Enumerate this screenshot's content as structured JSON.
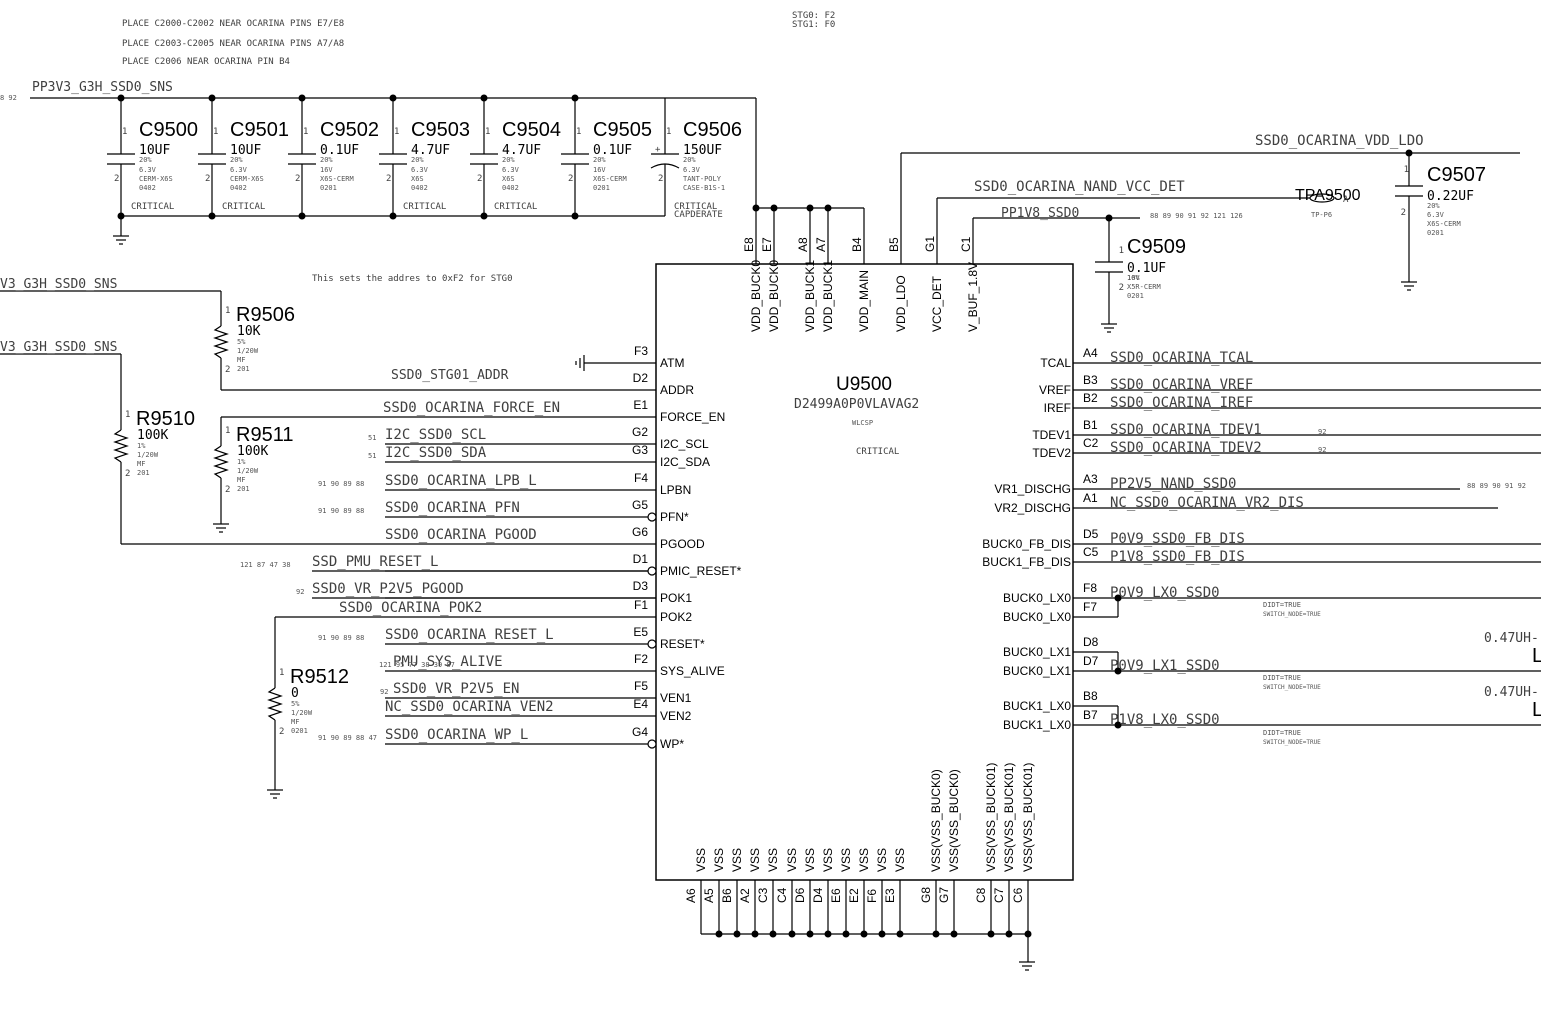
{
  "notes": [
    "PLACE C2000-C2002 NEAR OCARINA PINS E7/E8",
    "PLACE C2003-C2005 NEAR OCARINA PINS A7/A8",
    "PLACE C2006 NEAR OCARINA PIN B4"
  ],
  "stg_notes": [
    "STG0: F2",
    "STG1: F0"
  ],
  "addr_note": "This sets the addres to 0xF2 for STG0",
  "nets": {
    "rail_top": "PP3V3_G3H_SSD0_SNS",
    "rail_top_refs": "8 92",
    "rail_left_1": "V3_G3H_SSD0_SNS",
    "rail_left_2": "V3_G3H_SSD0_SNS",
    "vdd_ldo": "SSD0_OCARINA_VDD_LDO",
    "nand_vcc_det": "SSD0_OCARINA_NAND_VCC_DET",
    "pp1v8": "PP1V8_SSD0",
    "pp1v8_refs": "88 89 90 91 92 121 126",
    "stg01_addr": "SSD0_STG01_ADDR"
  },
  "tp": {
    "ref": "TPA9500",
    "pin": "A",
    "type": "TP-P6"
  },
  "caps": [
    {
      "ref": "C9500",
      "value": "10UF",
      "tol": "20%",
      "volt": "6.3V",
      "diel": "CERM-X6S",
      "pkg": "0402",
      "note": "CRITICAL"
    },
    {
      "ref": "C9501",
      "value": "10UF",
      "tol": "20%",
      "volt": "6.3V",
      "diel": "CERM-X6S",
      "pkg": "0402",
      "note": "CRITICAL"
    },
    {
      "ref": "C9502",
      "value": "0.1UF",
      "tol": "20%",
      "volt": "16V",
      "diel": "X6S-CERM",
      "pkg": "0201",
      "note": ""
    },
    {
      "ref": "C9503",
      "value": "4.7UF",
      "tol": "20%",
      "volt": "6.3V",
      "diel": "X6S",
      "pkg": "0402",
      "note": "CRITICAL"
    },
    {
      "ref": "C9504",
      "value": "4.7UF",
      "tol": "20%",
      "volt": "6.3V",
      "diel": "X6S",
      "pkg": "0402",
      "note": "CRITICAL"
    },
    {
      "ref": "C9505",
      "value": "0.1UF",
      "tol": "20%",
      "volt": "16V",
      "diel": "X6S-CERM",
      "pkg": "0201",
      "note": ""
    },
    {
      "ref": "C9506",
      "value": "150UF",
      "tol": "20%",
      "volt": "6.3V",
      "diel": "TANT-POLY",
      "pkg": "CASE-B1S-1",
      "note": "CRITICAL",
      "note2": "CAPDERATE"
    }
  ],
  "c9507": {
    "ref": "C9507",
    "value": "0.22UF",
    "tol": "20%",
    "volt": "6.3V",
    "diel": "X6S-CERM",
    "pkg": "0201"
  },
  "c9509": {
    "ref": "C9509",
    "value": "0.1UF",
    "tol": "10%",
    "volt": "16V",
    "diel": "X5R-CERM",
    "pkg": "0201"
  },
  "resistors": [
    {
      "ref": "R9506",
      "value": "10K",
      "tol": "5%",
      "power": "1/20W",
      "type": "MF",
      "pkg": "201"
    },
    {
      "ref": "R9510",
      "value": "100K",
      "tol": "1%",
      "power": "1/20W",
      "type": "MF",
      "pkg": "201"
    },
    {
      "ref": "R9511",
      "value": "100K",
      "tol": "1%",
      "power": "1/20W",
      "type": "MF",
      "pkg": "201"
    },
    {
      "ref": "R9512",
      "value": "0",
      "tol": "5%",
      "power": "1/20W",
      "type": "MF",
      "pkg": "0201"
    }
  ],
  "ic": {
    "ref": "U9500",
    "part": "D2499A0P0VLAVAG2",
    "pkg": "WLCSP",
    "note": "CRITICAL"
  },
  "top_pins": [
    {
      "num": "E8",
      "name": "VDD_BUCK0"
    },
    {
      "num": "E7",
      "name": "VDD_BUCK0"
    },
    {
      "num": "A8",
      "name": "VDD_BUCK1"
    },
    {
      "num": "A7",
      "name": "VDD_BUCK1"
    },
    {
      "num": "B4",
      "name": "VDD_MAIN"
    },
    {
      "num": "B5",
      "name": "VDD_LDO"
    },
    {
      "num": "G1",
      "name": "VCC_DET"
    },
    {
      "num": "C1",
      "name": "V_BUF_1.8V"
    }
  ],
  "left_pins": [
    {
      "num": "F3",
      "name": "ATM",
      "net": "",
      "refs": ""
    },
    {
      "num": "D2",
      "name": "ADDR",
      "net": "SSD0_STG01_ADDR",
      "refs": ""
    },
    {
      "num": "E1",
      "name": "FORCE_EN",
      "net": "SSD0_OCARINA_FORCE_EN",
      "refs": ""
    },
    {
      "num": "G2",
      "name": "I2C_SCL",
      "net": "I2C_SSD0_SCL",
      "refs": "51"
    },
    {
      "num": "G3",
      "name": "I2C_SDA",
      "net": "I2C_SSD0_SDA",
      "refs": "51"
    },
    {
      "num": "F4",
      "name": "LPBN",
      "net": "SSD0_OCARINA_LPB_L",
      "refs": "91 90 89 88"
    },
    {
      "num": "G5",
      "name": "PFN*",
      "net": "SSD0_OCARINA_PFN",
      "refs": "91 90 89 88"
    },
    {
      "num": "G6",
      "name": "PGOOD",
      "net": "SSD0_OCARINA_PGOOD",
      "refs": ""
    },
    {
      "num": "D1",
      "name": "PMIC_RESET*",
      "net": "SSD_PMU_RESET_L",
      "refs": "121 87 47 38"
    },
    {
      "num": "D3",
      "name": "POK1",
      "net": "SSD0_VR_P2V5_PGOOD",
      "refs": "92"
    },
    {
      "num": "F1",
      "name": "POK2",
      "net": "SSD0_OCARINA_POK2",
      "refs": ""
    },
    {
      "num": "E5",
      "name": "RESET*",
      "net": "SSD0_OCARINA_RESET_L",
      "refs": "91 90 89 88"
    },
    {
      "num": "F2",
      "name": "SYS_ALIVE",
      "net": "PMU_SYS_ALIVE",
      "refs": "121 95 77 38 39 87"
    },
    {
      "num": "F5",
      "name": "VEN1",
      "net": "SSD0_VR_P2V5_EN",
      "refs": "92"
    },
    {
      "num": "E4",
      "name": "VEN2",
      "net": "NC_SSD0_OCARINA_VEN2",
      "refs": ""
    },
    {
      "num": "G4",
      "name": "WP*",
      "net": "SSD0_OCARINA_WP_L",
      "refs": "91 90 89 88 47"
    }
  ],
  "right_pins": [
    {
      "num": "A4",
      "name": "TCAL",
      "net": "SSD0_OCARINA_TCAL",
      "refs": ""
    },
    {
      "num": "B3",
      "name": "VREF",
      "net": "SSD0_OCARINA_VREF",
      "refs": ""
    },
    {
      "num": "B2",
      "name": "IREF",
      "net": "SSD0_OCARINA_IREF",
      "refs": ""
    },
    {
      "num": "B1",
      "name": "TDEV1",
      "net": "SSD0_OCARINA_TDEV1",
      "refs": "92"
    },
    {
      "num": "C2",
      "name": "TDEV2",
      "net": "SSD0_OCARINA_TDEV2",
      "refs": "92"
    },
    {
      "num": "A3",
      "name": "VR1_DISCHG",
      "net": "PP2V5_NAND_SSD0",
      "refs": "88 89 90 91 92"
    },
    {
      "num": "A1",
      "name": "VR2_DISCHG",
      "net": "NC_SSD0_OCARINA_VR2_DIS",
      "refs": ""
    },
    {
      "num": "D5",
      "name": "BUCK0_FB_DIS",
      "net": "P0V9_SSD0_FB_DIS",
      "refs": ""
    },
    {
      "num": "C5",
      "name": "BUCK1_FB_DIS",
      "net": "P1V8_SSD0_FB_DIS",
      "refs": ""
    },
    {
      "num": "F8",
      "name": "BUCK0_LX0",
      "net": "P0V9_LX0_SSD0",
      "refs": ""
    },
    {
      "num": "F7",
      "name": "BUCK0_LX0",
      "net": "",
      "refs": ""
    },
    {
      "num": "D8",
      "name": "BUCK0_LX1",
      "net": "",
      "refs": ""
    },
    {
      "num": "D7",
      "name": "BUCK0_LX1",
      "net": "P0V9_LX1_SSD0",
      "refs": ""
    },
    {
      "num": "B8",
      "name": "BUCK1_LX0",
      "net": "",
      "refs": ""
    },
    {
      "num": "B7",
      "name": "BUCK1_LX0",
      "net": "P1V8_LX0_SSD0",
      "refs": ""
    }
  ],
  "didt": {
    "a": "DIDT=TRUE",
    "b": "SWITCH_NODE=TRUE"
  },
  "inductor_value": "0.47UH-",
  "inductor_ref_glyph": "L",
  "bottom_pins": [
    {
      "num": "A6",
      "name": "VSS"
    },
    {
      "num": "A5",
      "name": "VSS"
    },
    {
      "num": "B6",
      "name": "VSS"
    },
    {
      "num": "A2",
      "name": "VSS"
    },
    {
      "num": "C3",
      "name": "VSS"
    },
    {
      "num": "C4",
      "name": "VSS"
    },
    {
      "num": "D6",
      "name": "VSS"
    },
    {
      "num": "D4",
      "name": "VSS"
    },
    {
      "num": "E6",
      "name": "VSS"
    },
    {
      "num": "E2",
      "name": "VSS"
    },
    {
      "num": "F6",
      "name": "VSS"
    },
    {
      "num": "E3",
      "name": "VSS"
    },
    {
      "num": "G8",
      "name": "VSS(VSS_BUCK0)"
    },
    {
      "num": "G7",
      "name": "VSS(VSS_BUCK0)"
    },
    {
      "num": "C8",
      "name": "VSS(VSS_BUCK01)"
    },
    {
      "num": "C7",
      "name": "VSS(VSS_BUCK01)"
    },
    {
      "num": "C6",
      "name": "VSS(VSS_BUCK01)"
    }
  ]
}
